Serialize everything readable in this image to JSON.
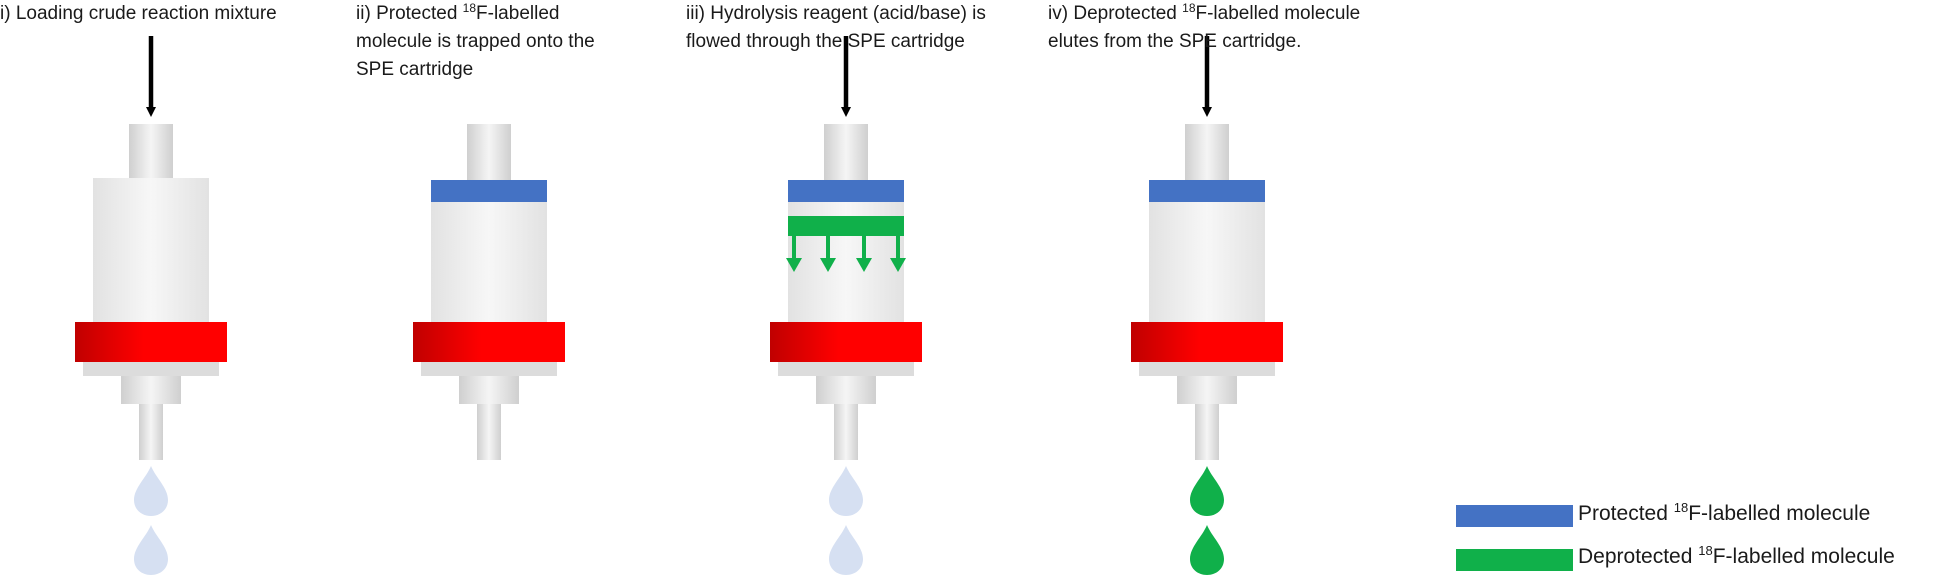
{
  "steps": [
    {
      "num": "i)",
      "lines": [
        "Loading crude reaction mixture"
      ],
      "arrow": true,
      "protected_layer": false,
      "reagent_layer": false,
      "drops": "clear"
    },
    {
      "num": "ii)",
      "lines": [
        "Protected ",
        "18",
        "F-labelled",
        "molecule is trapped onto the",
        "SPE cartridge"
      ],
      "arrow": false,
      "protected_layer": true,
      "reagent_layer": false,
      "drops": "none"
    },
    {
      "num": "iii)",
      "lines": [
        "Hydrolysis reagent (acid/base) is",
        "flowed through the SPE cartridge"
      ],
      "arrow": true,
      "protected_layer": true,
      "reagent_layer": true,
      "drops": "clear"
    },
    {
      "num": "iv)",
      "lines": [
        "Deprotected ",
        "18",
        "F-labelled molecule",
        "elutes from the SPE cartridge."
      ],
      "arrow": true,
      "protected_layer": true,
      "reagent_layer": false,
      "drops": "green"
    }
  ],
  "legend": [
    {
      "color": "#4472c4",
      "prefix": "Protected ",
      "sup": "18",
      "suffix": "F-labelled molecule"
    },
    {
      "color": "#10b04a",
      "prefix": "Deprotected ",
      "sup": "18",
      "suffix": "F-labelled molecule"
    }
  ],
  "colors": {
    "protected": "#4472c4",
    "deprotected": "#10b04a",
    "cartridge_ring": "#ff0000",
    "cartridge_body": "#eeeeee",
    "clear_drop": "#d6e0f2"
  }
}
